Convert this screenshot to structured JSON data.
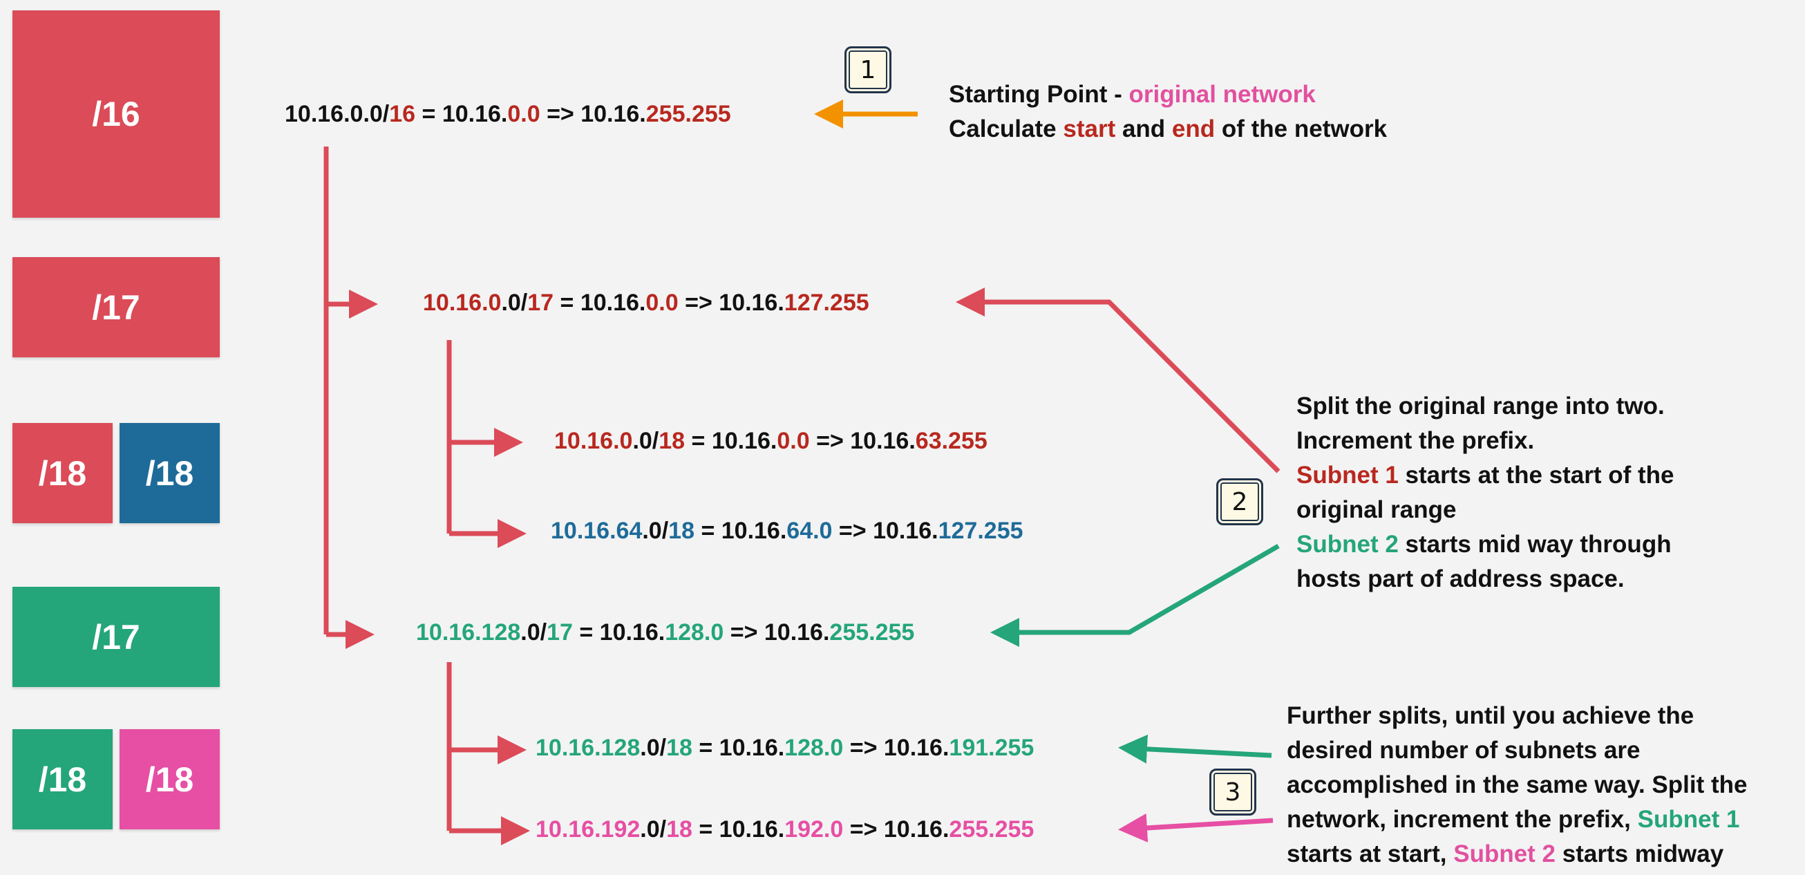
{
  "colors": {
    "red_box": "#db4b58",
    "blue_box": "#1e6b99",
    "green_box": "#24a57a",
    "pink_box": "#e64fa3",
    "tree_line": "#db4b58",
    "orange_arrow": "#f39200",
    "green_arrow": "#24a57a",
    "pink_arrow": "#e64fa3"
  },
  "boxes": {
    "b16": "/16",
    "b17a": "/17",
    "b18a": "/18",
    "b18b": "/18",
    "b17b": "/17",
    "b18c": "/18",
    "b18d": "/18"
  },
  "rows": {
    "r16": {
      "a": "10.16.0.0/",
      "b": "16",
      "c": " = 10.16.",
      "d": "0.0",
      "e": " => 10.16.",
      "f": "255.255"
    },
    "r17a": {
      "a": "10.16.0",
      "b": ".0/",
      "c": "17",
      "d": " = 10.16.",
      "e": "0.0",
      "f": " => 10.16.",
      "g": "127.255"
    },
    "r18a": {
      "a": "10.16.0",
      "b": ".0/",
      "c": "18",
      "d": " = 10.16.",
      "e": "0.0",
      "f": " => 10.16.",
      "g": "63.255"
    },
    "r18b": {
      "a": "10.16.64",
      "b": ".0/",
      "c": "18",
      "d": " = 10.16.",
      "e": "64.0",
      "f": " => 10.16.",
      "g": "127.255"
    },
    "r17b": {
      "a": "10.16.128",
      "b": ".0/",
      "c": "17",
      "d": " = 10.16.",
      "e": "128.0",
      "f": " => 10.16.",
      "g": "255.255"
    },
    "r18c": {
      "a": "10.16.128",
      "b": ".0/",
      "c": "18",
      "d": " = 10.16.",
      "e": "128.0",
      "f": " => 10.16.",
      "g": "191.255"
    },
    "r18d": {
      "a": "10.16.192",
      "b": ".0/",
      "c": "18",
      "d": " = 10.16.",
      "e": "192.0",
      "f": " => 10.16.",
      "g": "255.255"
    }
  },
  "badges": {
    "one": "1",
    "two": "2",
    "three": "3"
  },
  "note1": {
    "l1a": "Starting Point - ",
    "l1b": "original network",
    "l2a": "Calculate ",
    "l2b": "start",
    "l2c": " and ",
    "l2d": "end",
    "l2e": " of the network"
  },
  "note2": {
    "l1": "Split the original range into two.",
    "l2": "Increment the prefix.",
    "l3a": "Subnet 1",
    "l3b": " starts at the start of the",
    "l4": "original range",
    "l5a": "Subnet 2",
    "l5b": " starts mid way through",
    "l6": "hosts part of address space."
  },
  "note3": {
    "l1": "Further splits, until you achieve the",
    "l2": "desired number of subnets are",
    "l3": "accomplished in the same way. Split the",
    "l4a": "network, increment the prefix, ",
    "l4b": "Subnet 1",
    "l5a": "starts at start, ",
    "l5b": "Subnet 2",
    "l5c": " starts midway"
  }
}
